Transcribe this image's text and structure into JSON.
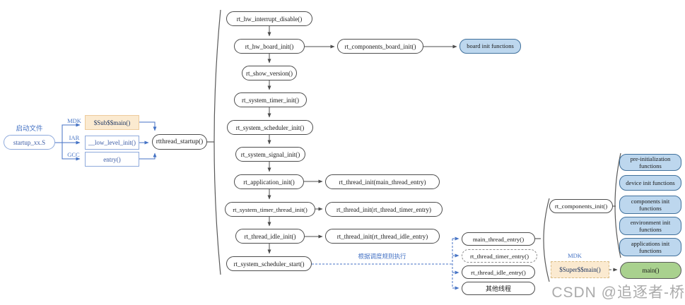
{
  "colors": {
    "accent_blue": "#4472C4",
    "light_blue_border": "#8FAADC",
    "blue_fill": "#BDD7EE",
    "green_fill": "#A9D18E",
    "cream_fill": "#FBEAD0",
    "line_black": "#4d4d4d",
    "watermark_gray": "#ABABAB"
  },
  "startup": {
    "group_label": "启动文件",
    "file": "startup_xx.S",
    "mdk_label": "MDK",
    "iar_label": "IAR",
    "gcc_label": "GCC",
    "mdk_func": "$Sub$$main()",
    "iar_func": "__low_level_init()",
    "gcc_func": "entry()",
    "entry_func": "rtthread_startup()"
  },
  "sequence": [
    "rt_hw_interrupt_disable()",
    "rt_hw_board_init()",
    "rt_show_version()",
    "rt_system_timer_init()",
    "rt_system_scheduler_init()",
    "rt_system_signal_init()",
    "rt_application_init()",
    "rt_system_timer_thread_init()",
    "rt_thread_idle_init()",
    "rt_system_scheduler_start()"
  ],
  "board": {
    "components_board_init": "rt_components_board_init()",
    "board_init_functions": "board init functions"
  },
  "thread_inits": {
    "main": "rt_thread_init(main_thread_entry)",
    "timer": "rt_thread_init(rt_thread_timer_entry)",
    "idle": "rt_thread_init(rt_thread_idle_entry)"
  },
  "scheduler_note": "根据调度规则执行",
  "threads": {
    "main": "main_thread_entry()",
    "timer": "rt_thread_timer_entry()",
    "idle": "rt_thread_idle_entry()",
    "other": "其他线程"
  },
  "components": {
    "init": "rt_components_init()",
    "stages": [
      "pre-initialization functions",
      "device init functions",
      "components init functions",
      "environment init functions",
      "applications init functions"
    ]
  },
  "main_group": {
    "mdk_label": "MDK",
    "super_main": "$Super$$main()",
    "main": "main()"
  },
  "watermark": "CSDN @追逐者-桥"
}
